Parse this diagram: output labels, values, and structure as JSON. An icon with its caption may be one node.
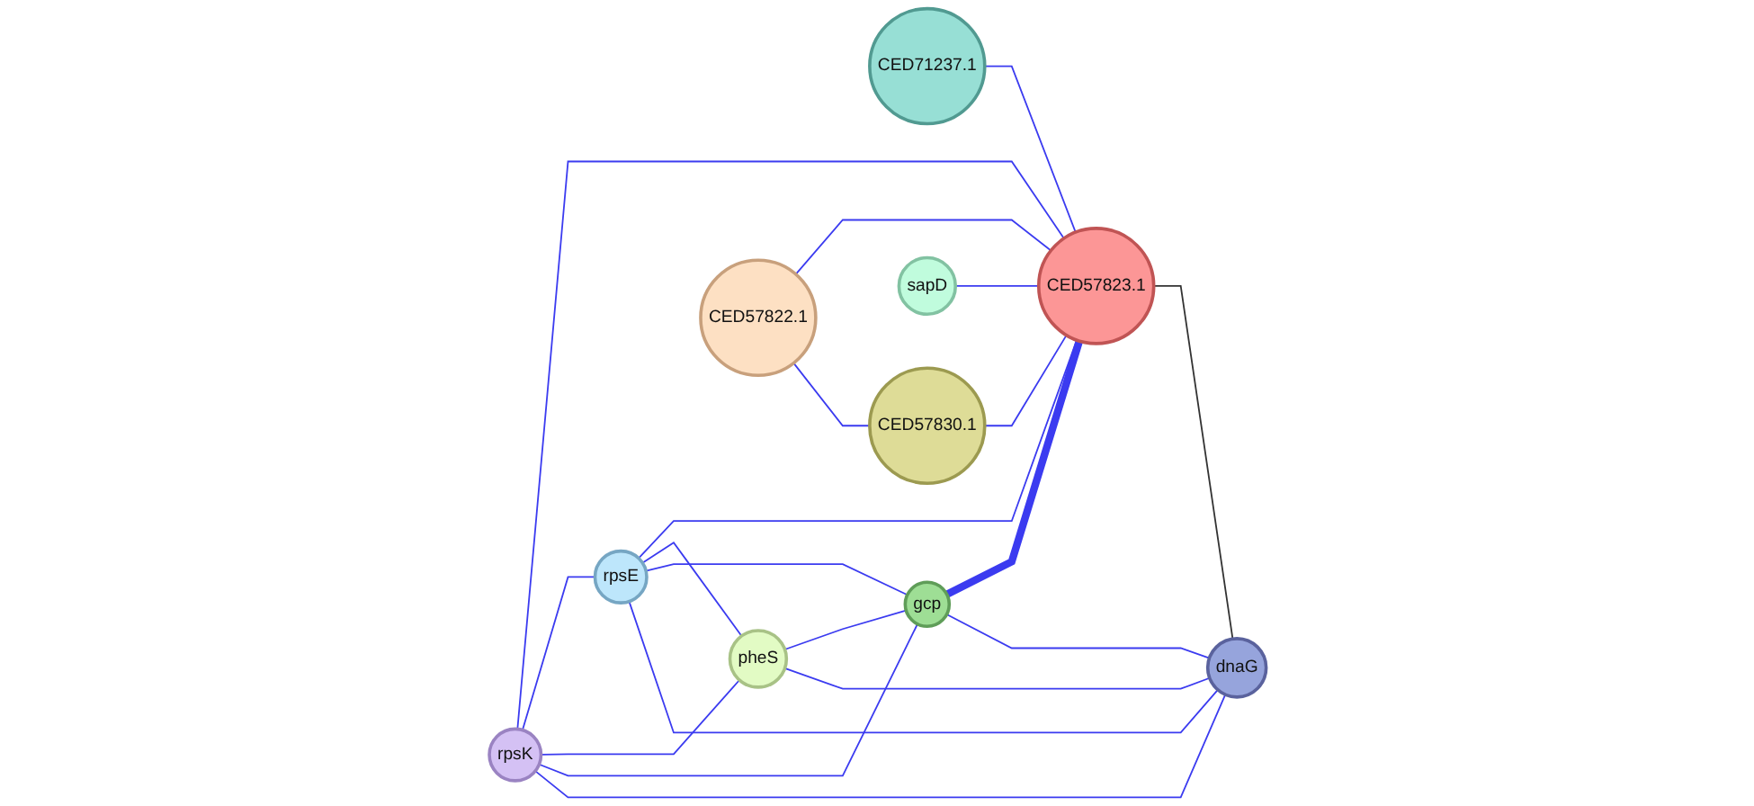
{
  "diagram": {
    "nodes": [
      {
        "text": [
          "rpsE"
        ]
      },
      {
        "text": [
          "CED71237.1"
        ]
      },
      {
        "text": [
          "rpsK"
        ]
      },
      {
        "text": [
          "pheS"
        ]
      },
      {
        "text": [
          "gcp"
        ]
      },
      {
        "text": [
          "CED57823.1"
        ]
      },
      {
        "text": [
          "dnaG"
        ]
      },
      {
        "text": [
          "CED57822.1"
        ]
      },
      {
        "text": [
          "CED57830.1"
        ]
      },
      {
        "text": [
          "sapD"
        ]
      }
    ],
    "edges": [
      {
        "from": 1,
        "to": 5,
        "arrow": "none"
      },
      {
        "from": 7,
        "to": 5,
        "arrow": "none"
      },
      {
        "from": 8,
        "to": 5,
        "arrow": "none"
      },
      {
        "from": 9,
        "to": 5,
        "arrow": "none"
      },
      {
        "from": 7,
        "to": 8,
        "arrow": "none"
      },
      {
        "from": 2,
        "to": 5,
        "arrow": "none"
      },
      {
        "from": 0,
        "to": 5,
        "arrow": "none"
      },
      {
        "from": 4,
        "to": 5,
        "arrow": "none",
        "style": "thick"
      },
      {
        "from": 5,
        "to": 6,
        "arrow": "none",
        "color": "#333333"
      },
      {
        "from": 2,
        "to": 0,
        "arrow": "none"
      },
      {
        "from": 2,
        "to": 3,
        "arrow": "none"
      },
      {
        "from": 2,
        "to": 4,
        "arrow": "none"
      },
      {
        "from": 2,
        "to": 6,
        "arrow": "none"
      },
      {
        "from": 0,
        "to": 3,
        "arrow": "none"
      },
      {
        "from": 0,
        "to": 4,
        "arrow": "none"
      },
      {
        "from": 0,
        "to": 6,
        "arrow": "none"
      },
      {
        "from": 3,
        "to": 4,
        "arrow": "none"
      },
      {
        "from": 3,
        "to": 6,
        "arrow": "none"
      },
      {
        "from": 4,
        "to": 6,
        "arrow": "none"
      }
    ]
  }
}
